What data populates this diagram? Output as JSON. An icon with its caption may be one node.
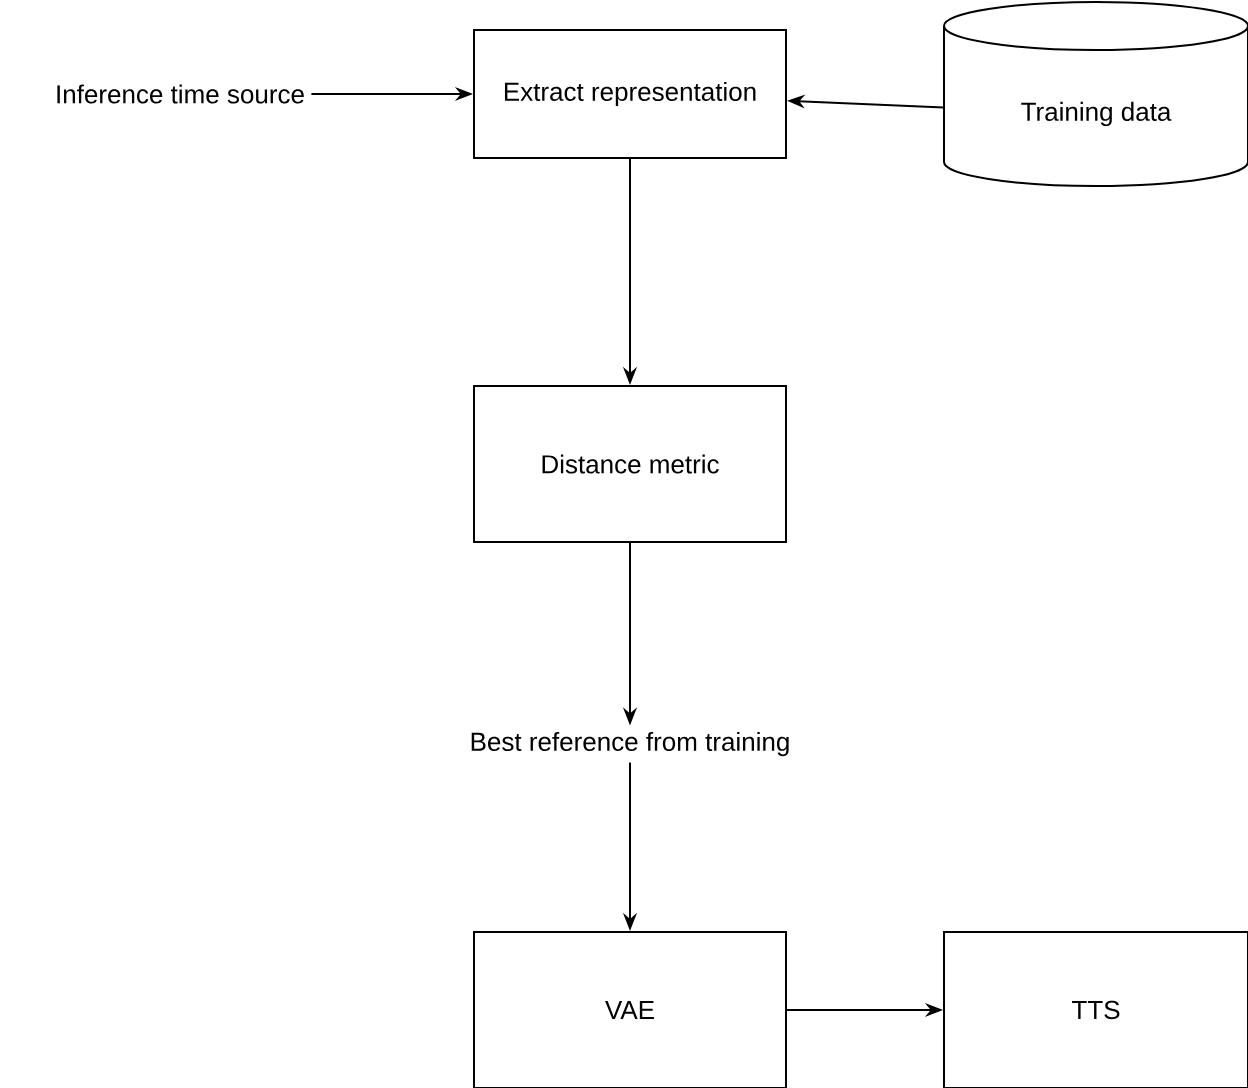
{
  "diagram": {
    "nodes": [
      {
        "text": [
          "Inference time source"
        ]
      },
      {
        "text": [
          "Extract representation"
        ]
      },
      {
        "text": [
          "Training data"
        ]
      },
      {
        "text": [
          "Distance metric"
        ]
      },
      {
        "text": [
          "Best reference from training"
        ]
      },
      {
        "text": [
          "VAE"
        ]
      },
      {
        "text": [
          "TTS"
        ]
      }
    ],
    "edges": [
      {
        "from": 0,
        "to": 1,
        "arrow": "to"
      },
      {
        "from": 2,
        "to": 1,
        "arrow": "to"
      },
      {
        "from": 1,
        "to": 3,
        "arrow": "to"
      },
      {
        "from": 3,
        "to": 4,
        "arrow": "to"
      },
      {
        "from": 4,
        "to": 5,
        "arrow": "to"
      },
      {
        "from": 5,
        "to": 6,
        "arrow": "to"
      }
    ]
  }
}
